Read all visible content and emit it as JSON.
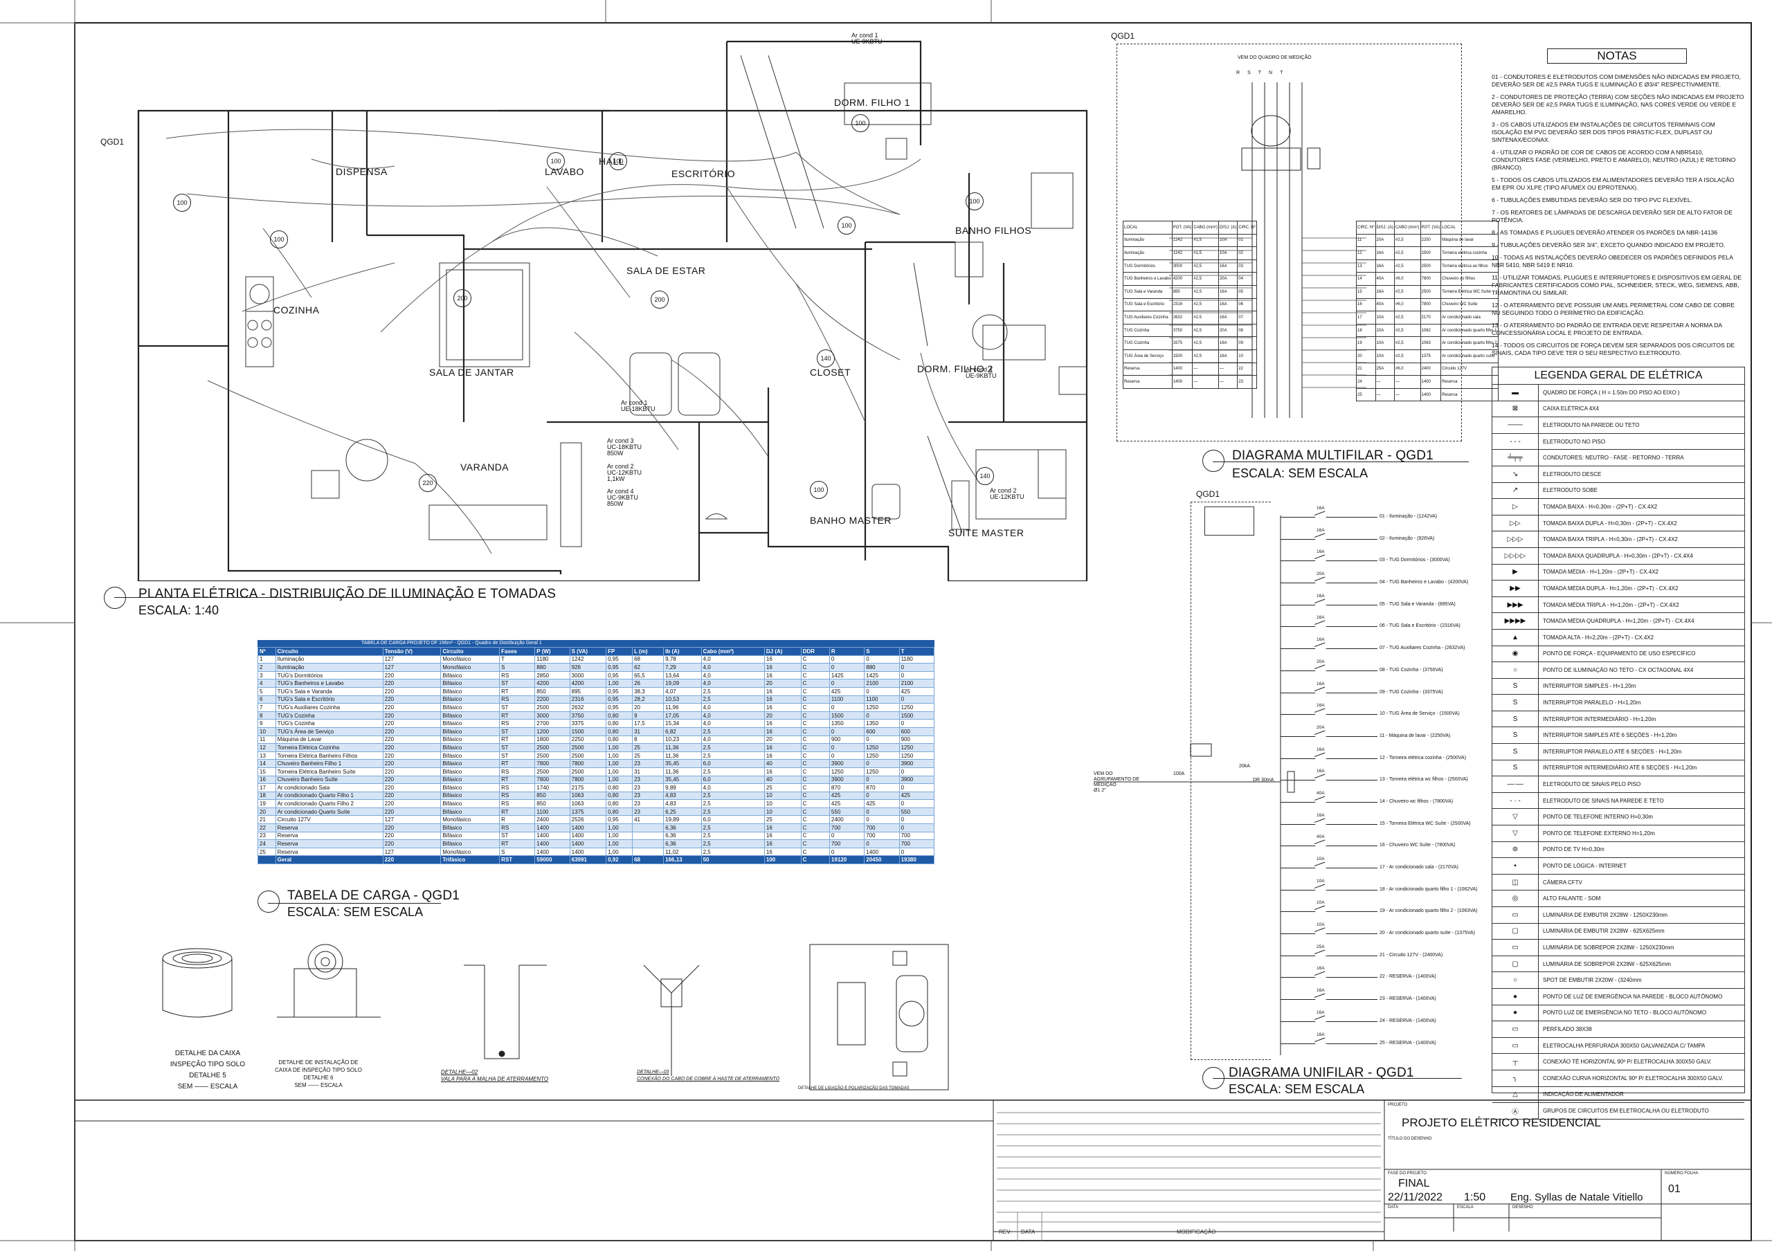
{
  "plan": {
    "title": "PLANTA ELÉTRICA - DISTRIBUIÇÃO DE ILUMINAÇÃO E TOMADAS",
    "scale": "ESCALA: 1:40",
    "rooms": {
      "dorm1": "DORM. FILHO 1",
      "dorm2": "DORM. FILHO 2",
      "lavabo": "LAVABO",
      "hall": "HALL",
      "escritorio": "ESCRITÓRIO",
      "dispensa": "DISPENSA",
      "cozinha": "COZINHA",
      "sala_estar": "SALA DE ESTAR",
      "sala_jantar": "SALA DE JANTAR",
      "varanda": "VARANDA",
      "banho_filhos": "BANHO FILHOS",
      "closet": "CLOSET",
      "banho_master": "BANHO MASTER",
      "suite_master": "SUITE MASTER",
      "qgd": "QGD1"
    },
    "ac_units": [
      {
        "l1": "Ar cond 1",
        "l2": "UE-9KBTU"
      },
      {
        "l1": "Ar cond 1",
        "l2": "UE-18KBTU"
      },
      {
        "l1": "Ar cond 3",
        "l2": "UC-18KBTU",
        "l3": "850W"
      },
      {
        "l1": "Ar cond 4",
        "l2": "UC-9KBTU",
        "l3": "850W"
      },
      {
        "l1": "Ar cond 2",
        "l2": "UC-12KBTU",
        "l3": "1,1kW"
      },
      {
        "l1": "Ar cond 4",
        "l2": "UE-9KBTU"
      },
      {
        "l1": "Ar cond 2",
        "l2": "UE-12KBTU"
      }
    ],
    "lamps": [
      "100",
      "100",
      "100",
      "100",
      "100",
      "200",
      "200",
      "100",
      "140",
      "100",
      "100",
      "140",
      "220"
    ]
  },
  "multifilar": {
    "heading": "QGD1",
    "box_label": "VEM DO QUADRO DE MEDIÇÃO",
    "title": "DIAGRAMA MULTIFILAR - QGD1",
    "scale": "ESCALA: SEM ESCALA",
    "phases": [
      "R",
      "S",
      "T",
      "N",
      "T"
    ],
    "left_headers": [
      "LOCAL",
      "POT. (VA)",
      "CABO (mm²)",
      "DISJ. (A)",
      "CIRC. Nº"
    ],
    "right_headers": [
      "CIRC. Nº",
      "DISJ. (A)",
      "CABO (mm²)",
      "POT. (VA)",
      "LOCAL"
    ],
    "left_rows": [
      [
        "Iluminação",
        "1242",
        "#1,5",
        "10A",
        "01"
      ],
      [
        "Iluminação",
        "1242",
        "#1,5",
        "10A",
        "02"
      ],
      [
        "TUG Dormitórios",
        "3000",
        "#2,5",
        "16A",
        "03"
      ],
      [
        "TUG Banheiros e Lavabo",
        "4200",
        "#2,5",
        "20A",
        "04"
      ],
      [
        "TUG Sala e Varanda",
        "895",
        "#2,5",
        "16A",
        "05"
      ],
      [
        "TUG Sala e Escritório",
        "2316",
        "#2,5",
        "16A",
        "06"
      ],
      [
        "TUG Auxiliares Cozinha",
        "2632",
        "#2,5",
        "16A",
        "07"
      ],
      [
        "TUG Cozinha",
        "3750",
        "#2,5",
        "20A",
        "08"
      ],
      [
        "TUG Cozinha",
        "3375",
        "#2,5",
        "16A",
        "09"
      ],
      [
        "TUG Área de Serviço",
        "1500",
        "#2,5",
        "16A",
        "10"
      ],
      [
        "Reserva",
        "1400",
        "—",
        "—",
        "22"
      ],
      [
        "Reserva",
        "1400",
        "—",
        "—",
        "23"
      ]
    ],
    "right_rows": [
      [
        "11",
        "20A",
        "#2,5",
        "2250",
        "Máquina de lavar"
      ],
      [
        "12",
        "16A",
        "#2,5",
        "2500",
        "Torneira elétrica cozinha"
      ],
      [
        "13",
        "16A",
        "#2,5",
        "2500",
        "Torneira elétrica ao filhos"
      ],
      [
        "14",
        "40A",
        "#6,0",
        "7800",
        "Chuveiro ao filhos"
      ],
      [
        "15",
        "16A",
        "#2,5",
        "2500",
        "Torneira Elétrica WC Suíte"
      ],
      [
        "16",
        "40A",
        "#6,0",
        "7800",
        "Chuveiro WC Suíte"
      ],
      [
        "17",
        "10A",
        "#2,5",
        "2170",
        "Ar condicionado sala"
      ],
      [
        "18",
        "10A",
        "#2,5",
        "1062",
        "Ar condicionado quarto filho 1"
      ],
      [
        "19",
        "10A",
        "#2,5",
        "1063",
        "Ar condicionado quarto filho 2"
      ],
      [
        "20",
        "10A",
        "#2,5",
        "1375",
        "Ar condicionado quarto suíte"
      ],
      [
        "21",
        "25A",
        "#6,0",
        "2400",
        "Circuito 127V"
      ],
      [
        "24",
        "—",
        "—",
        "1400",
        "Reserva"
      ],
      [
        "25",
        "—",
        "—",
        "1400",
        "Reserva"
      ]
    ]
  },
  "notes": {
    "title": "NOTAS",
    "items": [
      "01 - CONDUTORES E ELETRODUTOS COM DIMENSÕES NÃO INDICADAS EM PROJETO, DEVERÃO SER DE #2,5 PARA TUGS E ILUMINAÇÃO E Ø3/4\" RESPECTIVAMENTE.",
      "2 - CONDUTORES DE PROTEÇÃO (TERRA) COM SEÇÕES NÃO INDICADAS EM PROJETO DEVERÃO SER DE #2,5 PARA TUGS E ILUMINAÇÃO, NAS CORES VERDE OU VERDE E AMARELHO.",
      "3 - OS CABOS UTILIZADOS EM INSTALAÇÕES DE CIRCUITOS TERMINAIS COM ISOLAÇÃO EM PVC DEVERÃO SER DOS TIPOS PIRASTIC-FLEX, DUPLAST OU SINTENAX/ECONAX.",
      "4 - UTILIZAR O PADRÃO DE COR DE CABOS DE ACORDO COM A NBR5410, CONDUTORES FASE (VERMELHO, PRETO E AMARELO), NEUTRO (AZUL) E RETORNO (BRANCO).",
      "5 - TODOS OS CABOS UTILIZADOS EM ALIMENTADORES DEVERÃO TER A ISOLAÇÃO EM EPR OU XLPE (TIPO AFUMEX OU EPROTENAX).",
      "6 - TUBULAÇÕES EMBUTIDAS DEVERÃO SER DO TIPO PVC FLEXÍVEL.",
      "7 - OS REATORES DE LÂMPADAS DE DESCARGA DEVERÃO SER DE ALTO FATOR DE POTÊNCIA.",
      "8 - AS TOMADAS E PLUGUES DEVERÃO ATENDER OS PADRÕES DA NBR-14136",
      "9 - TUBULAÇÕES DEVERÃO SER 3/4\", EXCETO QUANDO INDICADO EM PROJETO.",
      "10 - TODAS AS INSTALAÇÕES DEVERÃO OBEDECER OS PADRÕES DEFINIDOS PELA NBR 5410, NBR 5419 E NR10.",
      "11 - UTILIZAR TOMADAS, PLUGUES E INTERRUPTORES E DISPOSITIVOS EM GERAL DE FABRICANTES CERTIFICADOS COMO PIAL, SCHNEIDER, STECK, WEG, SIEMENS, ABB, TRAMONTINA OU SIMILAR.",
      "12 - O ATERRAMENTO DEVE POSSUIR UM ANEL PERIMETRAL COM CABO DE COBRE NU SEGUINDO TODO O PERÍMETRO DA EDIFICAÇÃO.",
      "13 - O ATERRAMENTO DO PADRÃO DE ENTRADA DEVE RESPEITAR A NORMA DA CONCESSIONÁRIA LOCAL E PROJETO DE ENTRADA.",
      "14 - TODOS OS CIRCUITOS DE FORÇA DEVEM SER SEPARADOS DOS CIRCUITOS DE SINAIS, CADA TIPO DEVE TER O SEU RESPECTIVO ELETRODUTO."
    ]
  },
  "legend": {
    "title": "LEGENDA GERAL DE ELÉTRICA",
    "items": [
      "QUADRO DE FORÇA ( H = 1.50m DO PISO AO EIXO )",
      "CAIXA ELÉTRICA 4X4",
      "ELETRODUTO NA PAREDE OU TETO",
      "ELETRODUTO NO PISO",
      "CONDUTORES: NEUTRO - FASE - RETORNO - TERRA",
      "ELETRODUTO DESCE",
      "ELETRODUTO SOBE",
      "TOMADA BAIXA - H=0,30m - (2P+T) - CX.4X2",
      "TOMADA BAIXA DUPLA - H=0,30m - (2P+T) - CX.4X2",
      "TOMADA BAIXA TRIPLA - H=0,30m - (2P+T) - CX.4X2",
      "TOMADA BAIXA QUADRUPLA - H=0,30m - (2P+T) - CX.4X4",
      "TOMADA MÉDIA - H=1,20m - (2P+T) - CX.4X2",
      "TOMADA MÉDIA DUPLA - H=1,20m - (2P+T) - CX.4X2",
      "TOMADA MÉDIA TRIPLA - H=1,20m - (2P+T) - CX.4X2",
      "TOMADA MÉDIA QUADRUPLA - H=1,20m - (2P+T) - CX.4X4",
      "TOMADA ALTA - H=2,20m - (2P+T) - CX.4X2",
      "PONTO DE FORÇA - EQUIPAMENTO DE USO ESPECÍFICO",
      "PONTO DE ILUMINAÇÃO NO TETO - CX OCTAGONAL 4X4",
      "INTERRUPTOR SIMPLES - H=1,20m",
      "INTERRUPTOR PARALELO - H=1,20m",
      "INTERRUPTOR INTERMEDIÁRIO - H=1,20m",
      "INTERRUPTOR SIMPLES ATÉ 6 SEÇÕES - H=1,20m",
      "INTERRUPTOR PARALELO ATÉ 6 SEÇÕES - H=1,20m",
      "INTERRUPTOR INTERMEDIÁRIO ATÉ 6 SEÇÕES - H=1,20m",
      "ELETRODUTO DE SINAIS PELO PISO",
      "ELETRODUTO DE SINAIS NA PAREDE E TETO",
      "PONTO DE TELEFONE INTERNO H=0,30m",
      "PONTO DE TELEFONE EXTERNO H=1,20m",
      "PONTO DE TV H=0,30m",
      "PONTO DE LÓGICA - INTERNET",
      "CÂMERA CFTV",
      "ALTO FALANTE - SOM",
      "LUMINÁRIA DE EMBUTIR 2X28W - 1250X230mm",
      "LUMINÁRIA DE EMBUTIR 2X28W - 625X625mm",
      "LUMINÁRIA DE SOBREPOR 2X28W - 1250X230mm",
      "LUMINÁRIA DE SOBREPOR 2X28W - 625X625mm",
      "SPOT DE EMBUTIR 2X20W - (3240mm",
      "PONTO DE LUZ DE EMERGÊNCIA NA PAREDE - BLOCO AUTÔNOMO",
      "PONTO LUZ DE EMERGÊNCIA NO TETO - BLOCO AUTÔNOMO",
      "PERFILADO 38X38",
      "ELETROCALHA PERFURADA 300X50 GALVANIZADA C/ TAMPA",
      "CONEXÃO TÊ HORIZONTAL 90º P/ ELETROCALHA 300X50 GALV.",
      "CONEXÃO CURVA HORIZONTAL 90º P/ ELETROCALHA 300X50 GALV.",
      "INDICAÇÃO DE ALIMENTADOR",
      "GRUPOS DE CIRCUITOS EM ELETROCALHA OU ELETRODUTO"
    ]
  },
  "unifilar": {
    "heading": "QGD1",
    "title": "DIAGRAMA UNIFILAR - QGD1",
    "scale": "ESCALA: SEM ESCALA",
    "feed": "VEM DO AGRUPAMENTO DE MEDIÇÃO",
    "feed_cable": "Ø1 2\"",
    "main_breaker": "100A",
    "dps": "20kA",
    "dr": "DR 30mA",
    "circuits": [
      {
        "b": "16A",
        "t": "01 - Iluminação - (1242VA)"
      },
      {
        "b": "16A",
        "t": "02 - Iluminação - (926VA)"
      },
      {
        "b": "16A",
        "t": "03 - TUG Dormitórios - (3000VA)"
      },
      {
        "b": "20A",
        "t": "04 - TUG Banheiros e Lavabo - (4200VA)"
      },
      {
        "b": "16A",
        "t": "05 - TUG Sala e Varanda - (895VA)"
      },
      {
        "b": "16A",
        "t": "06 - TUG Sala e Escritório - (2316VA)"
      },
      {
        "b": "16A",
        "t": "07 - TUG Auxiliares Cozinha - (2632VA)"
      },
      {
        "b": "20A",
        "t": "08 - TUG Cozinha - (3750VA)"
      },
      {
        "b": "16A",
        "t": "09 - TUG Cozinha - (3375VA)"
      },
      {
        "b": "16A",
        "t": "10 - TUG Área de Serviço - (1500VA)"
      },
      {
        "b": "20A",
        "t": "11 - Máquina de lavar - (2250VA)"
      },
      {
        "b": "16A",
        "t": "12 - Torneira elétrica cozinha - (2500VA)"
      },
      {
        "b": "16A",
        "t": "13 - Torneira elétrica wc filhos - (2500VA)"
      },
      {
        "b": "40A",
        "t": "14 - Chuveiro wc filhos - (7800VA)"
      },
      {
        "b": "16A",
        "t": "15 - Torneira Elétrica WC Suíte - (2500VA)"
      },
      {
        "b": "40A",
        "t": "16 - Chuveiro WC Suíte - (7800VA)"
      },
      {
        "b": "10A",
        "t": "17 - Ar condicionado sala - (2170VA)"
      },
      {
        "b": "10A",
        "t": "18 - Ar condicionado quarto filho 1 - (1062VA)"
      },
      {
        "b": "10A",
        "t": "19 - Ar condicionado quarto filho 2 - (1063VA)"
      },
      {
        "b": "10A",
        "t": "20 - Ar condicionado quarto suíte - (1375VA)"
      },
      {
        "b": "25A",
        "t": "21 - Circuito 127V - (2400VA)"
      },
      {
        "b": "16A",
        "t": "22 - RESERVA - (1400VA)"
      },
      {
        "b": "16A",
        "t": "23 - RESERVA - (1400VA)"
      },
      {
        "b": "16A",
        "t": "24 - RESERVA - (1400VA)"
      },
      {
        "b": "16A",
        "t": "25 - RESERVA - (1400VA)"
      }
    ]
  },
  "load_table": {
    "caption": "TABELA DE CARGA PROJETO DF 196m² - QGD1 - Quadro de Distribuição Geral 1",
    "title": "TABELA DE CARGA - QGD1",
    "scale": "ESCALA: SEM ESCALA",
    "headers": [
      "Nº",
      "Circuito",
      "Tensão (V)",
      "Circuito",
      "Fases",
      "P (W)",
      "S (VA)",
      "FP",
      "L (m)",
      "Ib (A)",
      "Cabo (mm²)",
      "DJ (A)",
      "DDR",
      "R",
      "S",
      "T"
    ],
    "rows": [
      [
        "1",
        "Iluminação",
        "127",
        "Monofásico",
        "T",
        "1180",
        "1242",
        "0,95",
        "68",
        "9,78",
        "4,0",
        "16",
        "C",
        "0",
        "0",
        "1180"
      ],
      [
        "2",
        "Iluminação",
        "127",
        "Monofásico",
        "S",
        "880",
        "926",
        "0,95",
        "62",
        "7,29",
        "4,0",
        "16",
        "C",
        "0",
        "880",
        "0"
      ],
      [
        "3",
        "TUG's Dormitórios",
        "220",
        "Bifásico",
        "RS",
        "2850",
        "3000",
        "0,95",
        "65,5",
        "13,64",
        "4,0",
        "16",
        "C",
        "1425",
        "1425",
        "0"
      ],
      [
        "4",
        "TUG's Banheiros e Lavabo",
        "220",
        "Bifásico",
        "ST",
        "4200",
        "4200",
        "1,00",
        "26",
        "19,09",
        "4,0",
        "20",
        "C",
        "0",
        "2100",
        "2100"
      ],
      [
        "5",
        "TUG's Sala e Varanda",
        "220",
        "Bifásico",
        "RT",
        "850",
        "895",
        "0,95",
        "38,3",
        "4,07",
        "2,5",
        "16",
        "C",
        "425",
        "0",
        "425"
      ],
      [
        "6",
        "TUG's Sala e Escritório",
        "220",
        "Bifásico",
        "RS",
        "2200",
        "2316",
        "0,95",
        "28,2",
        "10,53",
        "2,5",
        "16",
        "C",
        "1100",
        "1100",
        "0"
      ],
      [
        "7",
        "TUG's Auxiliares Cozinha",
        "220",
        "Bifásico",
        "ST",
        "2500",
        "2632",
        "0,95",
        "20",
        "11,96",
        "4,0",
        "16",
        "C",
        "0",
        "1250",
        "1250"
      ],
      [
        "8",
        "TUG's Cozinha",
        "220",
        "Bifásico",
        "RT",
        "3000",
        "3750",
        "0,80",
        "9",
        "17,05",
        "4,0",
        "20",
        "C",
        "1500",
        "0",
        "1500"
      ],
      [
        "9",
        "TUG's Cozinha",
        "220",
        "Bifásico",
        "RS",
        "2700",
        "3375",
        "0,80",
        "17,5",
        "15,34",
        "4,0",
        "16",
        "C",
        "1350",
        "1350",
        "0"
      ],
      [
        "10",
        "TUG's Área de Serviço",
        "220",
        "Bifásico",
        "ST",
        "1200",
        "1500",
        "0,80",
        "31",
        "6,82",
        "2,5",
        "16",
        "C",
        "0",
        "600",
        "600"
      ],
      [
        "11",
        "Máquina de Lavar",
        "220",
        "Bifásico",
        "RT",
        "1800",
        "2250",
        "0,80",
        "8",
        "10,23",
        "4,0",
        "20",
        "C",
        "900",
        "0",
        "900"
      ],
      [
        "12",
        "Torneira Elétrica Cozinha",
        "220",
        "Bifásico",
        "ST",
        "2500",
        "2500",
        "1,00",
        "25",
        "11,36",
        "2,5",
        "16",
        "C",
        "0",
        "1250",
        "1250"
      ],
      [
        "13",
        "Torneira Elétrica Banheiro Filhos",
        "220",
        "Bifásico",
        "ST",
        "2500",
        "2500",
        "1,00",
        "25",
        "11,36",
        "2,5",
        "16",
        "C",
        "0",
        "1250",
        "1250"
      ],
      [
        "14",
        "Chuveiro Banheiro Filho 1",
        "220",
        "Bifásico",
        "RT",
        "7800",
        "7800",
        "1,00",
        "23",
        "35,45",
        "6,0",
        "40",
        "C",
        "3900",
        "0",
        "3900"
      ],
      [
        "15",
        "Torneira Elétrica Banheiro Suíte",
        "220",
        "Bifásico",
        "RS",
        "2500",
        "2500",
        "1,00",
        "31",
        "11,36",
        "2,5",
        "16",
        "C",
        "1250",
        "1250",
        "0"
      ],
      [
        "16",
        "Chuveiro Banheiro Suíte",
        "220",
        "Bifásico",
        "RT",
        "7800",
        "7800",
        "1,00",
        "23",
        "35,45",
        "6,0",
        "40",
        "C",
        "3900",
        "0",
        "3900"
      ],
      [
        "17",
        "Ar condicionado Sala",
        "220",
        "Bifásico",
        "RS",
        "1740",
        "2175",
        "0,80",
        "23",
        "9,89",
        "4,0",
        "25",
        "C",
        "870",
        "870",
        "0"
      ],
      [
        "18",
        "Ar condicionado Quarto Filho 1",
        "220",
        "Bifásico",
        "RS",
        "850",
        "1063",
        "0,80",
        "23",
        "4,83",
        "2,5",
        "10",
        "C",
        "425",
        "0",
        "425"
      ],
      [
        "19",
        "Ar condicionado Quarto Filho 2",
        "220",
        "Bifásico",
        "RS",
        "850",
        "1063",
        "0,80",
        "23",
        "4,83",
        "2,5",
        "10",
        "C",
        "425",
        "425",
        "0"
      ],
      [
        "20",
        "Ar condicionado Quarto Suíte",
        "220",
        "Bifásico",
        "RT",
        "1100",
        "1375",
        "0,80",
        "23",
        "6,25",
        "2,5",
        "10",
        "C",
        "550",
        "0",
        "550"
      ],
      [
        "21",
        "Circuito 127V",
        "127",
        "Monofásico",
        "R",
        "2400",
        "2526",
        "0,95",
        "41",
        "19,89",
        "6,0",
        "25",
        "C",
        "2400",
        "0",
        "0"
      ],
      [
        "22",
        "Reserva",
        "220",
        "Bifásico",
        "RS",
        "1400",
        "1400",
        "1,00",
        "",
        "6,36",
        "2,5",
        "16",
        "C",
        "700",
        "700",
        "0"
      ],
      [
        "23",
        "Reserva",
        "220",
        "Bifásico",
        "ST",
        "1400",
        "1400",
        "1,00",
        "",
        "6,36",
        "2,5",
        "16",
        "C",
        "0",
        "700",
        "700"
      ],
      [
        "24",
        "Reserva",
        "220",
        "Bifásico",
        "RT",
        "1400",
        "1400",
        "1,00",
        "",
        "6,36",
        "2,5",
        "16",
        "C",
        "700",
        "0",
        "700"
      ],
      [
        "25",
        "Reserva",
        "127",
        "Monofásico",
        "S",
        "1400",
        "1400",
        "1,00",
        "",
        "11,02",
        "2,5",
        "16",
        "C",
        "0",
        "1400",
        "0"
      ]
    ],
    "total": [
      "",
      "Geral",
      "220",
      "Trifásico",
      "RST",
      "59000",
      "63991",
      "0,92",
      "68",
      "166,13",
      "50",
      "100",
      "C",
      "19120",
      "20450",
      "19380"
    ]
  },
  "details": {
    "d5": {
      "l1": "DETALHE DA CAIXA",
      "l2": "INSPEÇÃO TIPO SOLO",
      "l3": "DETALHE 5",
      "l4": "SEM —— ESCALA"
    },
    "d6": {
      "l1": "DETALHE DE INSTALAÇÃO DE",
      "l2": "CAIXA DE INSPEÇÃO TIPO SOLO",
      "l3": "DETALHE 6",
      "l4": "SEM —— ESCALA"
    },
    "d2": {
      "l1": "DETALHE—02",
      "l2": "VALA PARA A MALHA DE ATERRAMENTO"
    },
    "d3": {
      "l1": "DETALHE—03",
      "l2": "CONEXÃO DO CABO DE COBRE À HASTE DE ATERRAMENTO"
    },
    "d4": {
      "l1": "DETALHE DE LIGAÇÃO E POLARIZAÇÃO DAS TOMADAS"
    }
  },
  "title_block": {
    "project_label": "PROJETO",
    "project": "PROJETO ELÉTRICO RESIDENCIAL",
    "drawing_label": "TÍTULO DO DESENHO",
    "phase_label": "FASE DO PROJETO",
    "phase": "FINAL",
    "date_label": "DATA",
    "date": "22/11/2022",
    "scale_label": "ESCALA",
    "scale": "1:50",
    "author_label": "DESENHO",
    "author": "Eng. Syllas de Natale Vitiello",
    "sheet_label": "NÚMERO FOLHA",
    "sheet": "01",
    "rev": "REV.",
    "data": "DATA",
    "mod": "MODIFICAÇÃO"
  }
}
